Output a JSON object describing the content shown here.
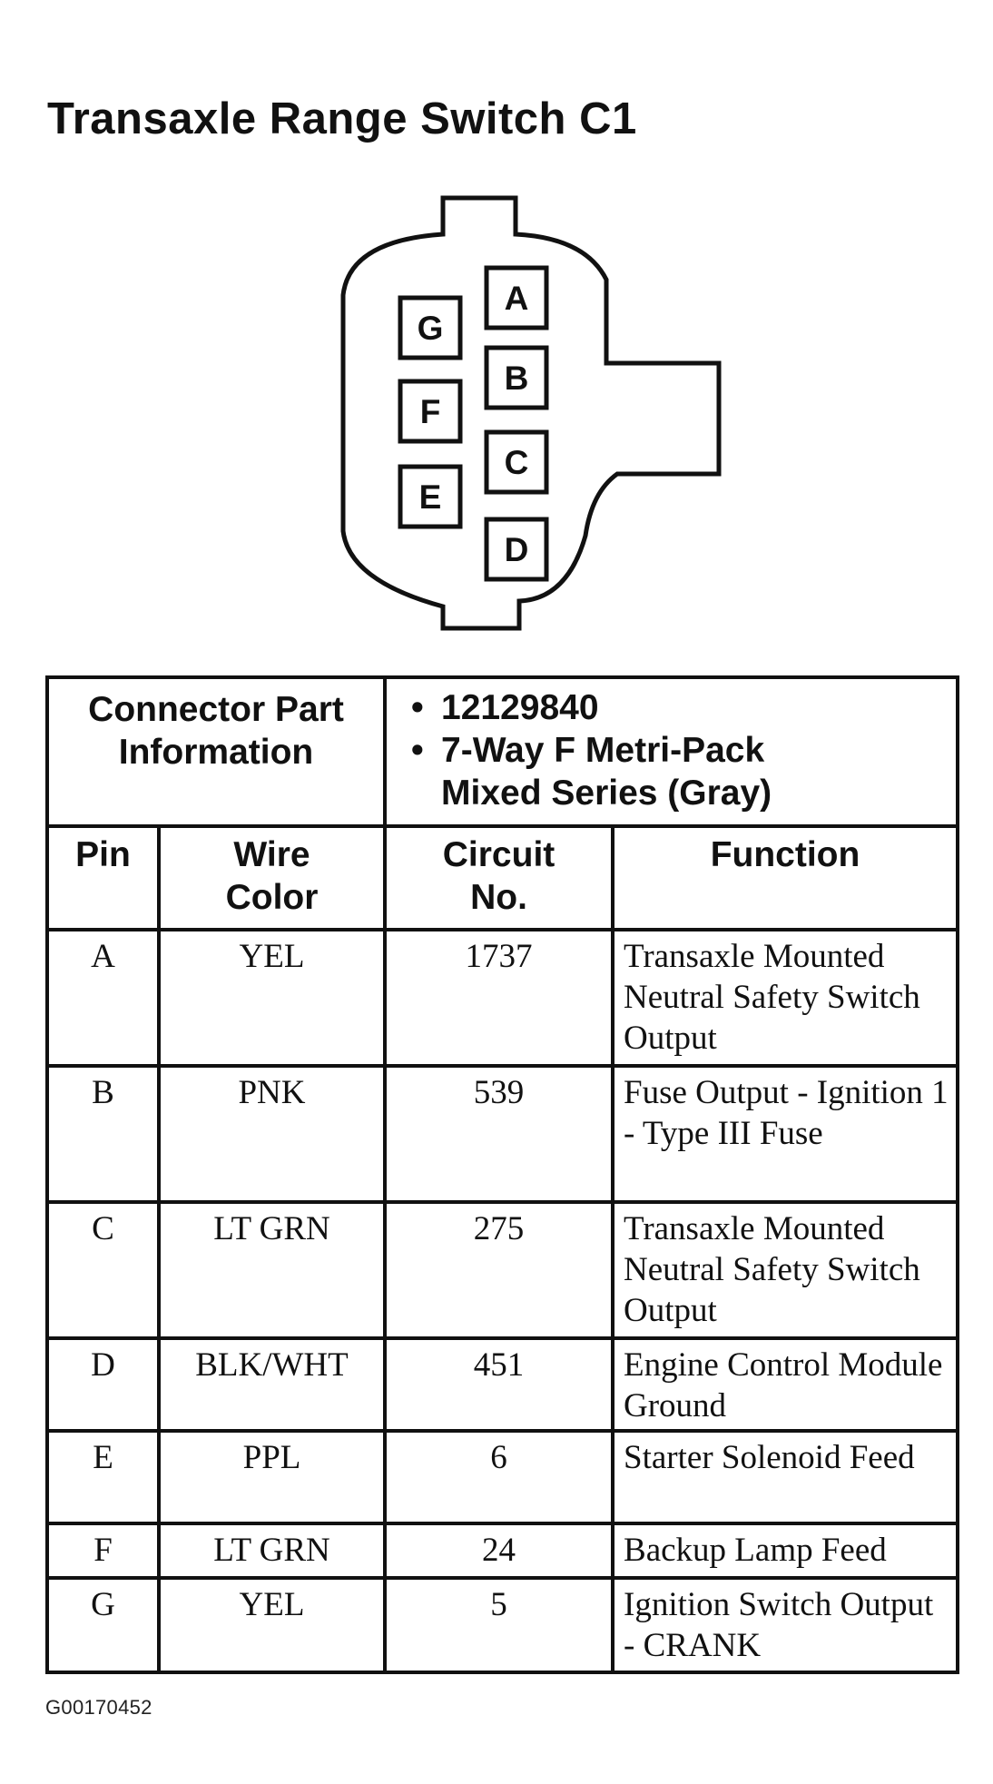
{
  "title": "Transaxle Range Switch C1",
  "connector": {
    "pins": [
      "A",
      "B",
      "C",
      "D",
      "E",
      "F",
      "G"
    ]
  },
  "info": {
    "label_line1": "Connector Part",
    "label_line2": "Information",
    "part_number": "12129840",
    "desc_line1": "7-Way F Metri-Pack",
    "desc_line2": "Mixed Series (Gray)"
  },
  "headers": {
    "pin": "Pin",
    "wire_color_line1": "Wire",
    "wire_color_line2": "Color",
    "circuit_line1": "Circuit",
    "circuit_line2": "No.",
    "function": "Function"
  },
  "rows": [
    {
      "pin": "A",
      "wire": "YEL",
      "circuit": "1737",
      "function": "Transaxle Mounted Neutral Safety Switch Output"
    },
    {
      "pin": "B",
      "wire": "PNK",
      "circuit": "539",
      "function": "Fuse Output - Ignition 1 - Type III Fuse"
    },
    {
      "pin": "C",
      "wire": "LT GRN",
      "circuit": "275",
      "function": "Transaxle Mounted Neutral Safety Switch Output"
    },
    {
      "pin": "D",
      "wire": "BLK/WHT",
      "circuit": "451",
      "function": "Engine Control Module Ground"
    },
    {
      "pin": "E",
      "wire": "PPL",
      "circuit": "6",
      "function": "Starter Solenoid Feed"
    },
    {
      "pin": "F",
      "wire": "LT GRN",
      "circuit": "24",
      "function": "Backup Lamp Feed"
    },
    {
      "pin": "G",
      "wire": "YEL",
      "circuit": "5",
      "function": "Ignition Switch Output - CRANK"
    }
  ],
  "footer_code": "G00170452"
}
